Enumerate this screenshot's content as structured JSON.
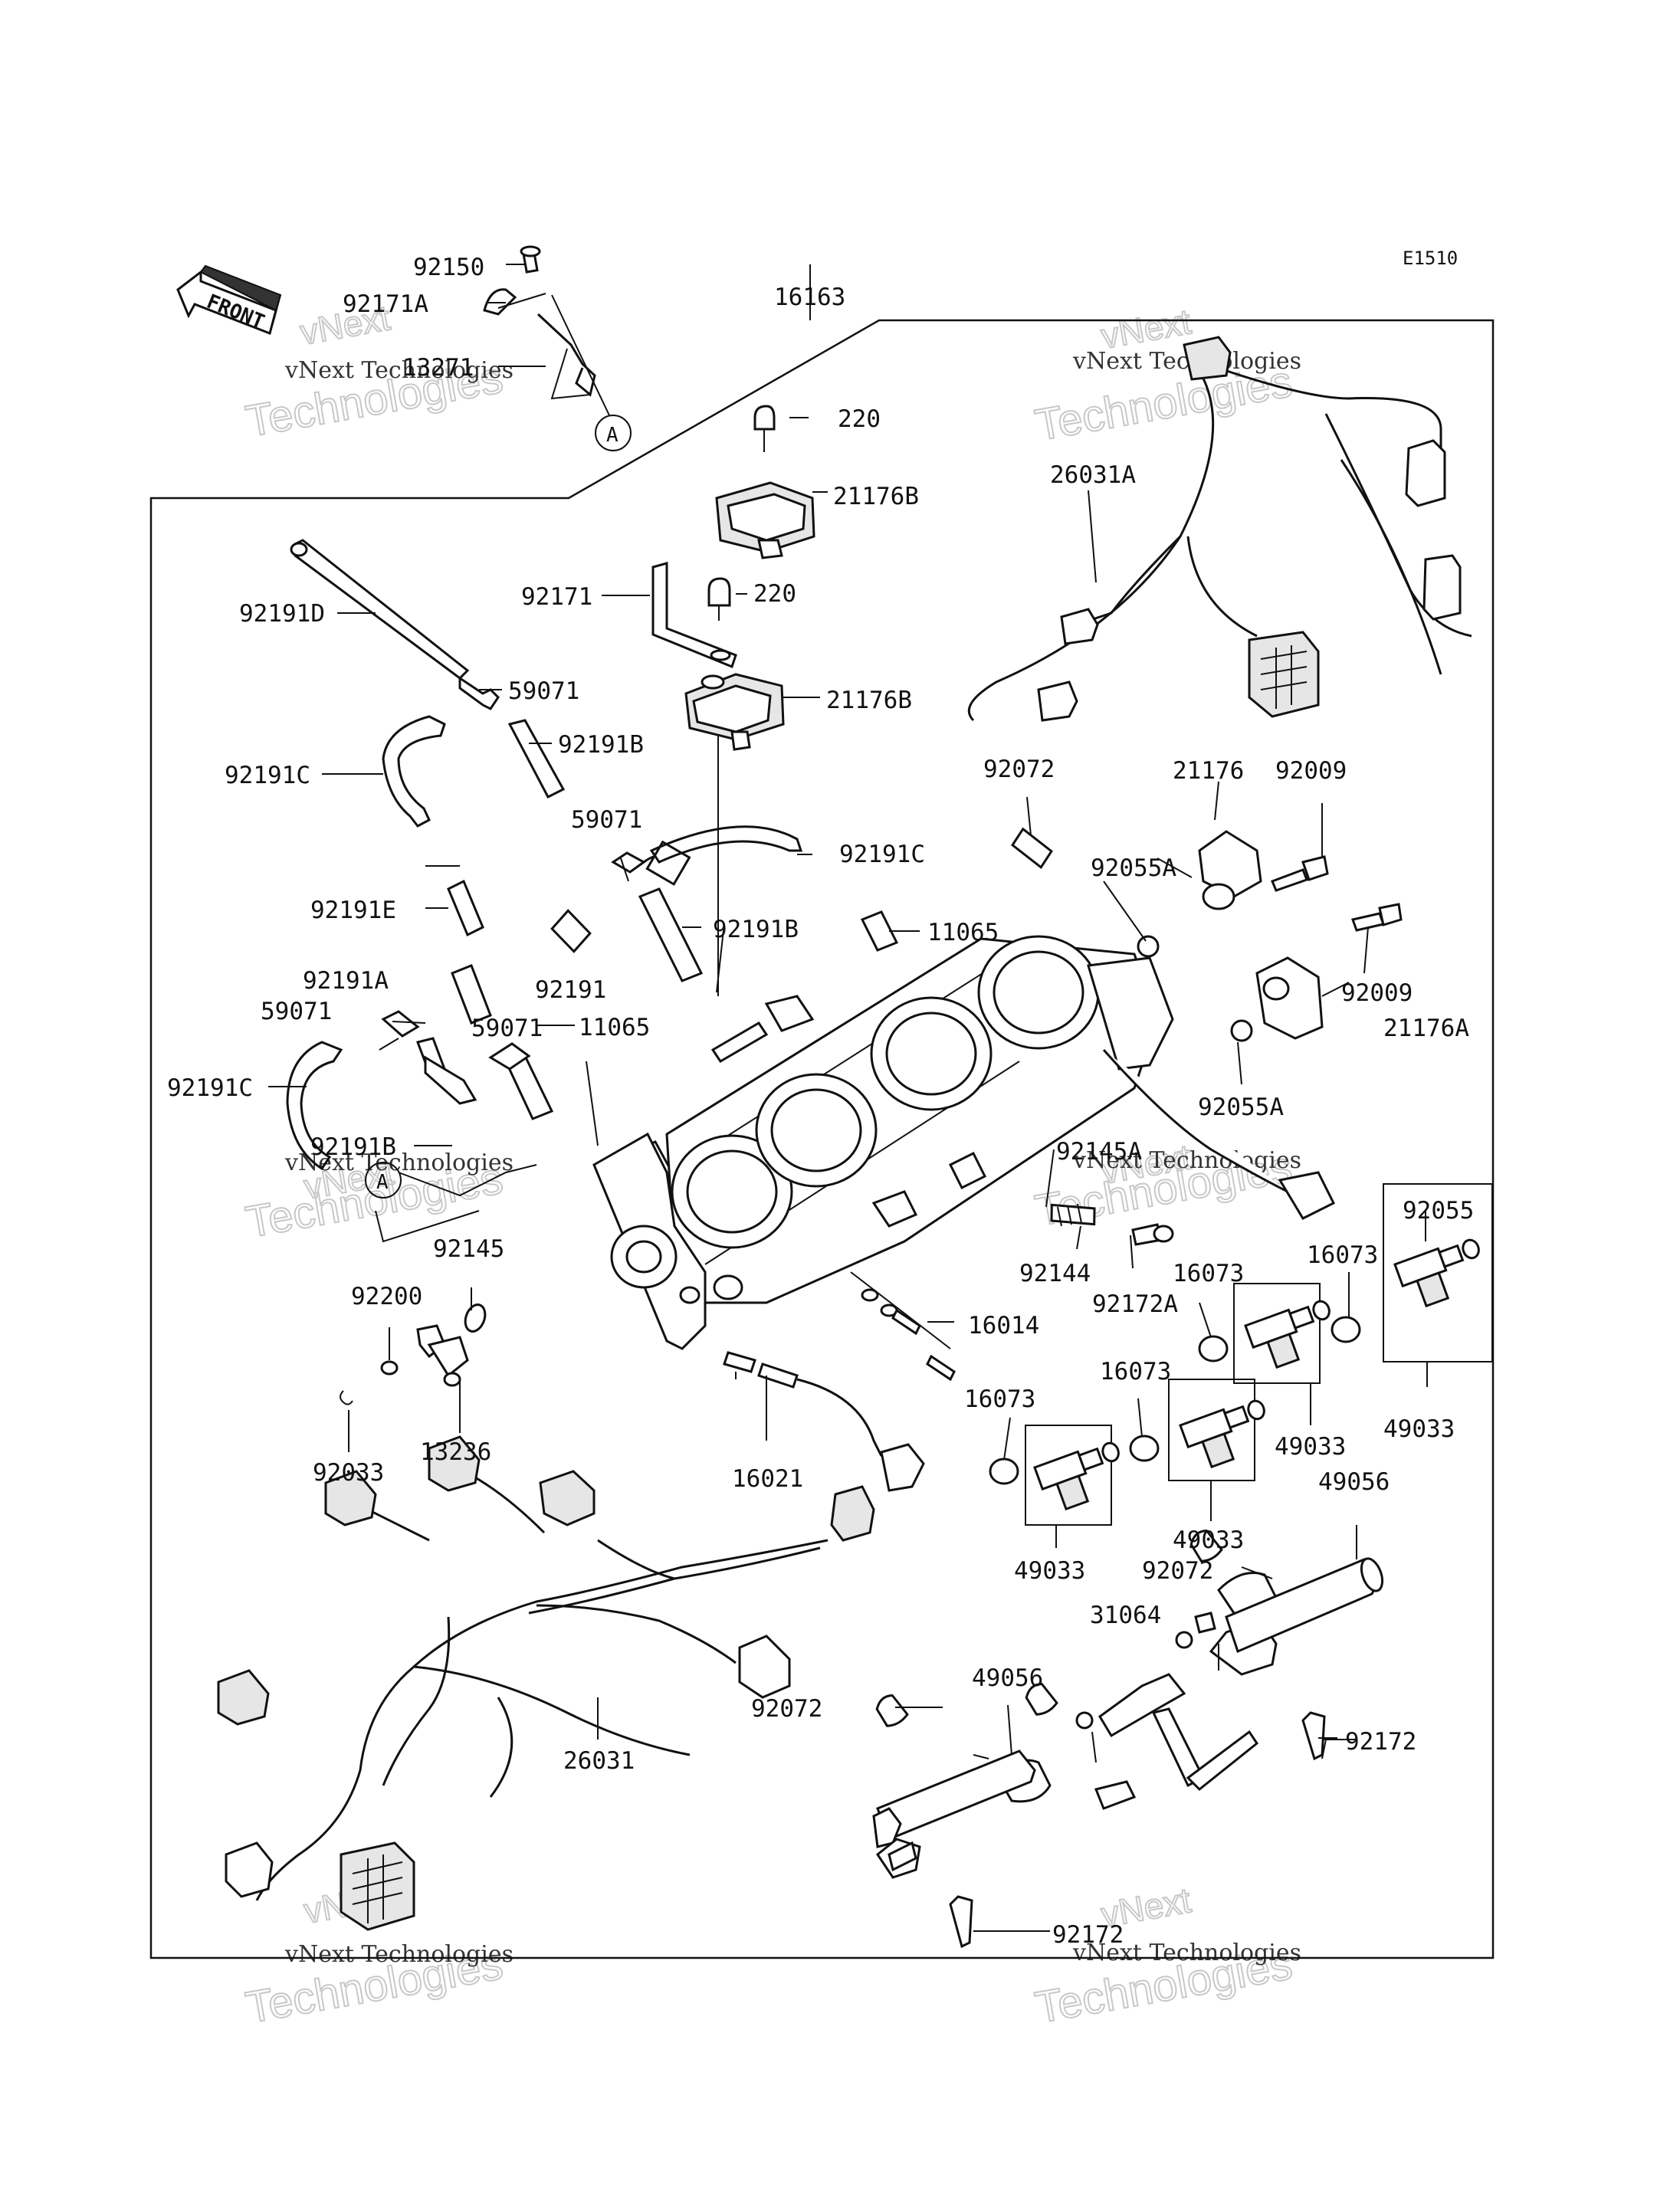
{
  "diagram_code": "E1510",
  "front_label": "FRONT",
  "callout_letter": "A",
  "watermark": {
    "line1": "vNext Technologies",
    "line2": "Technologies",
    "line3": "vNext"
  },
  "labels": [
    "92150",
    "92171A",
    "13271",
    "16163",
    "220",
    "21176B",
    "26031A",
    "92171",
    "220",
    "21176B",
    "92191D",
    "59071",
    "92191C",
    "92191B",
    "59071",
    "92191C",
    "92072",
    "21176",
    "92009",
    "92055A",
    "92191E",
    "92191B",
    "11065",
    "92191A",
    "59071",
    "92191",
    "92009",
    "21176A",
    "92191C",
    "11065",
    "59071",
    "92191B",
    "92055A",
    "92145A",
    "92055",
    "92145",
    "16073",
    "16073",
    "92144",
    "92172A",
    "92200",
    "16014",
    "49033",
    "49033",
    "16073",
    "16073",
    "92033",
    "13236",
    "16021",
    "49033",
    "49056",
    "49033",
    "92072",
    "31064",
    "49056",
    "92072",
    "26031",
    "92172",
    "92172"
  ]
}
